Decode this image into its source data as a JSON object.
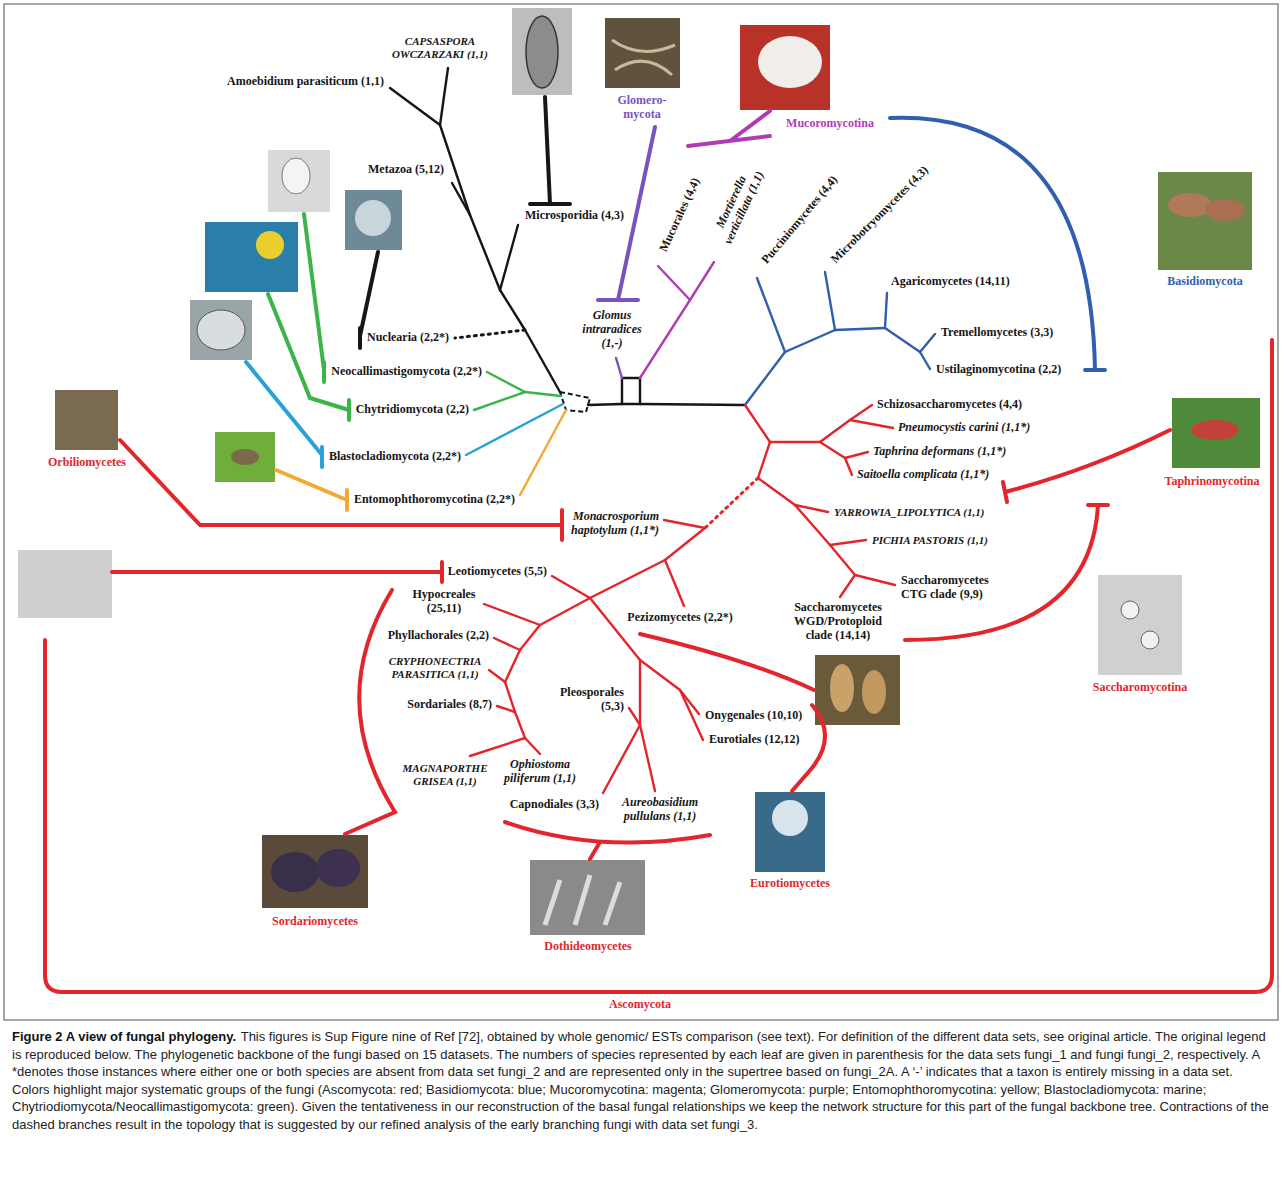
{
  "diagram": {
    "title": "Figure 2 A view of fungal phylogeny.",
    "caption": "This figures is Sup Figure nine of Ref [72], obtained by whole genomic/ ESTs comparison (see text). For definition of the different data sets, see original article. The original legend is reproduced below. The phylogenetic backbone of the fungi based on 15 datasets. The numbers of species represented by each leaf are given in parenthesis for the data sets fungi_1 and fungi fungi_2, respectively. A *denotes those instances where either one or both species are absent from data set fungi_2 and are represented only in the supertree based on fungi_2A. A ‘-’ indicates that a taxon is entirely missing in a data set. Colors highlight major systematic groups of the fungi (Ascomycota: red; Basidiomycota: blue; Mucoromycotina: magenta; Glomeromycota: purple; Entomophthoromycotina: yellow; Blastocladiomycota: marine; Chytriodiomycota/Neocallimastigomycota: green). Given the tentativeness in our reconstruction of the basal fungal relationships we keep the network structure for this part of the fungal backbone tree. Contractions of the dashed branches result in the topology that is suggested by our refined analysis of the early branching fungi with data set fungi_3.",
    "labels": [
      "CAPSASPORA OWCZARZAKI (1,1)",
      "Amoebidium parasiticum (1,1)",
      "Metazoa (5,12)",
      "Microsporidia (4,3)",
      "Nuclearia (2,2*)",
      "Neocallimastigomycota (2,2*)",
      "Chytridiomycota (2,2)",
      "Blastocladiomycota (2,2*)",
      "Entomophthoromycotina (2,2*)",
      "Glomero- mycota",
      "Glomus intraradices (1,-)",
      "Mucorales (4,4)",
      "Mortierella verticillata (1,1)",
      "Mucoromycotina",
      "Pucciniomycetes (4,4)",
      "Microbotryomycetes (4,3)",
      "Agaricomycetes (14,11)",
      "Tremellomycetes (3,3)",
      "Ustilaginomycotina (2,2)",
      "Basidiomycota",
      "Schizosaccharomycetes (4,4)",
      "Pneumocystis carini (1,1*)",
      "Taphrina deformans (1,1*)",
      "Saitoella complicata (1,1*)",
      "Taphrinomycotina",
      "YARROWIA_LIPOLYTICA (1,1)",
      "PICHIA PASTORIS (1,1)",
      "Saccharomycetes CTG clade (9,9)",
      "Saccharomycetes WGD/Protoploid clade (14,14)",
      "Saccharomycotina",
      "Pezizomycetes (2,2*)",
      "Orbiliomycetes",
      "Monacrosporium haptotylum (1,1*)",
      "Leotiomycetes (5,5)",
      "Hypocreales (25,11)",
      "Phyllachorales (2,2)",
      "CRYPHONECTRIA PARASITICA (1,1)",
      "Sordariales (8,7)",
      "MAGNAPORTHE GRISEA (1,1)",
      "Ophiostoma piliferum (1,1)",
      "Pleosporales (5,3)",
      "Onygenales (10,10)",
      "Eurotiales (12,12)",
      "Capnodiales (3,3)",
      "Aureobasidium pullulans (1,1)",
      "Sordariomycetes",
      "Dothideomycetes",
      "Eurotiomycetes",
      "Ascomycota"
    ]
  }
}
